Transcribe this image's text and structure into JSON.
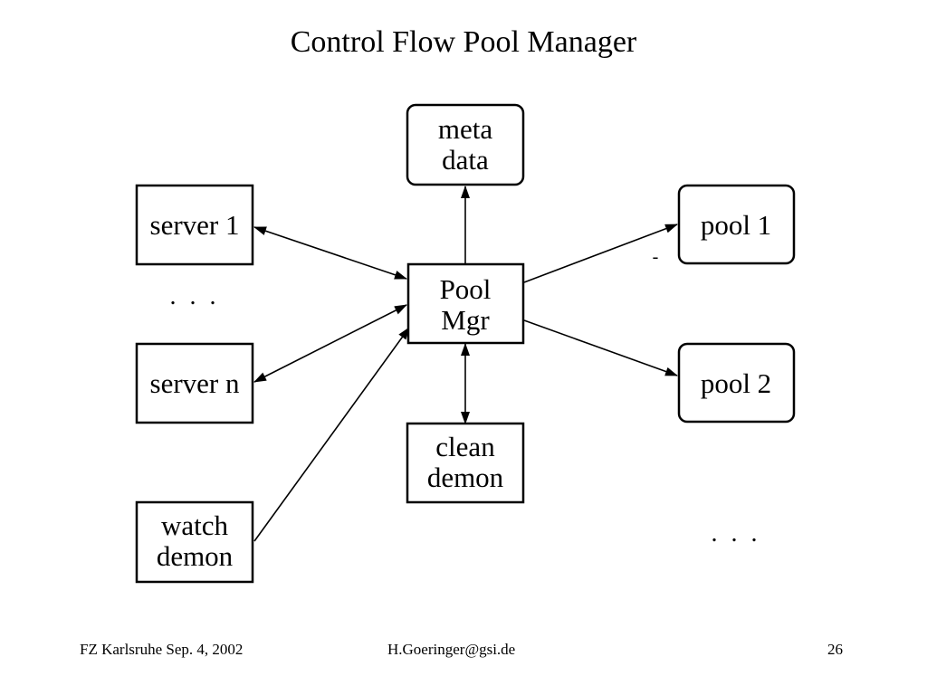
{
  "slide": {
    "title": "Control Flow Pool Manager"
  },
  "nodes": {
    "meta_data": [
      "meta",
      "data"
    ],
    "server_1": [
      "server 1"
    ],
    "server_n": [
      "server n"
    ],
    "pool_mgr": [
      "Pool",
      "Mgr"
    ],
    "pool_1": [
      "pool 1"
    ],
    "pool_2": [
      "pool 2"
    ],
    "clean_demon": [
      "clean",
      "demon"
    ],
    "watch_demon": [
      "watch",
      "demon"
    ]
  },
  "ellipses": {
    "servers": ". . .",
    "pools": ". . ."
  },
  "stray_mark": "-",
  "footer": {
    "left": "FZ Karlsruhe  Sep. 4, 2002",
    "center": "H.Goeringer@gsi.de",
    "page": "26"
  }
}
